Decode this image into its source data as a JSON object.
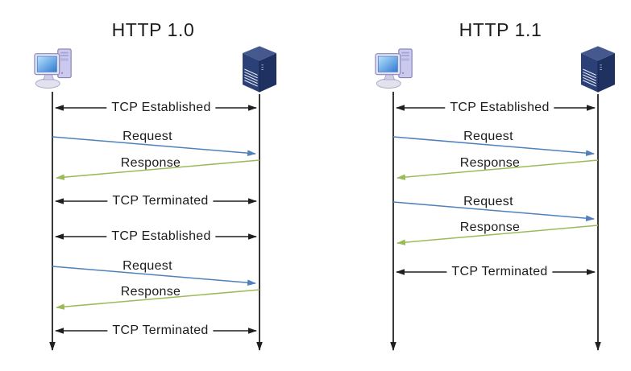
{
  "colors": {
    "background": "#ffffff",
    "tcp_arrow": "#1f1f1f",
    "request_arrow": "#4f81bd",
    "response_arrow": "#9bbb59",
    "lifeline": "#2e2e2e",
    "text": "#1c1c1c"
  },
  "diagrams": [
    {
      "title": "HTTP 1.0",
      "client_icon": "client-computer-icon",
      "server_icon": "server-tower-icon",
      "messages": [
        {
          "label": "TCP Established",
          "type": "tcp",
          "direction": "bidirectional"
        },
        {
          "label": "Request",
          "type": "request",
          "direction": "client-to-server"
        },
        {
          "label": "Response",
          "type": "response",
          "direction": "server-to-client"
        },
        {
          "label": "TCP Terminated",
          "type": "tcp",
          "direction": "bidirectional"
        },
        {
          "label": "TCP Established",
          "type": "tcp",
          "direction": "bidirectional"
        },
        {
          "label": "Request",
          "type": "request",
          "direction": "client-to-server"
        },
        {
          "label": "Response",
          "type": "response",
          "direction": "server-to-client"
        },
        {
          "label": "TCP Terminated",
          "type": "tcp",
          "direction": "bidirectional"
        }
      ]
    },
    {
      "title": "HTTP 1.1",
      "client_icon": "client-computer-icon",
      "server_icon": "server-tower-icon",
      "messages": [
        {
          "label": "TCP Established",
          "type": "tcp",
          "direction": "bidirectional"
        },
        {
          "label": "Request",
          "type": "request",
          "direction": "client-to-server"
        },
        {
          "label": "Response",
          "type": "response",
          "direction": "server-to-client"
        },
        {
          "label": "Request",
          "type": "request",
          "direction": "client-to-server"
        },
        {
          "label": "Response",
          "type": "response",
          "direction": "server-to-client"
        },
        {
          "label": "TCP Terminated",
          "type": "tcp",
          "direction": "bidirectional"
        }
      ]
    }
  ]
}
